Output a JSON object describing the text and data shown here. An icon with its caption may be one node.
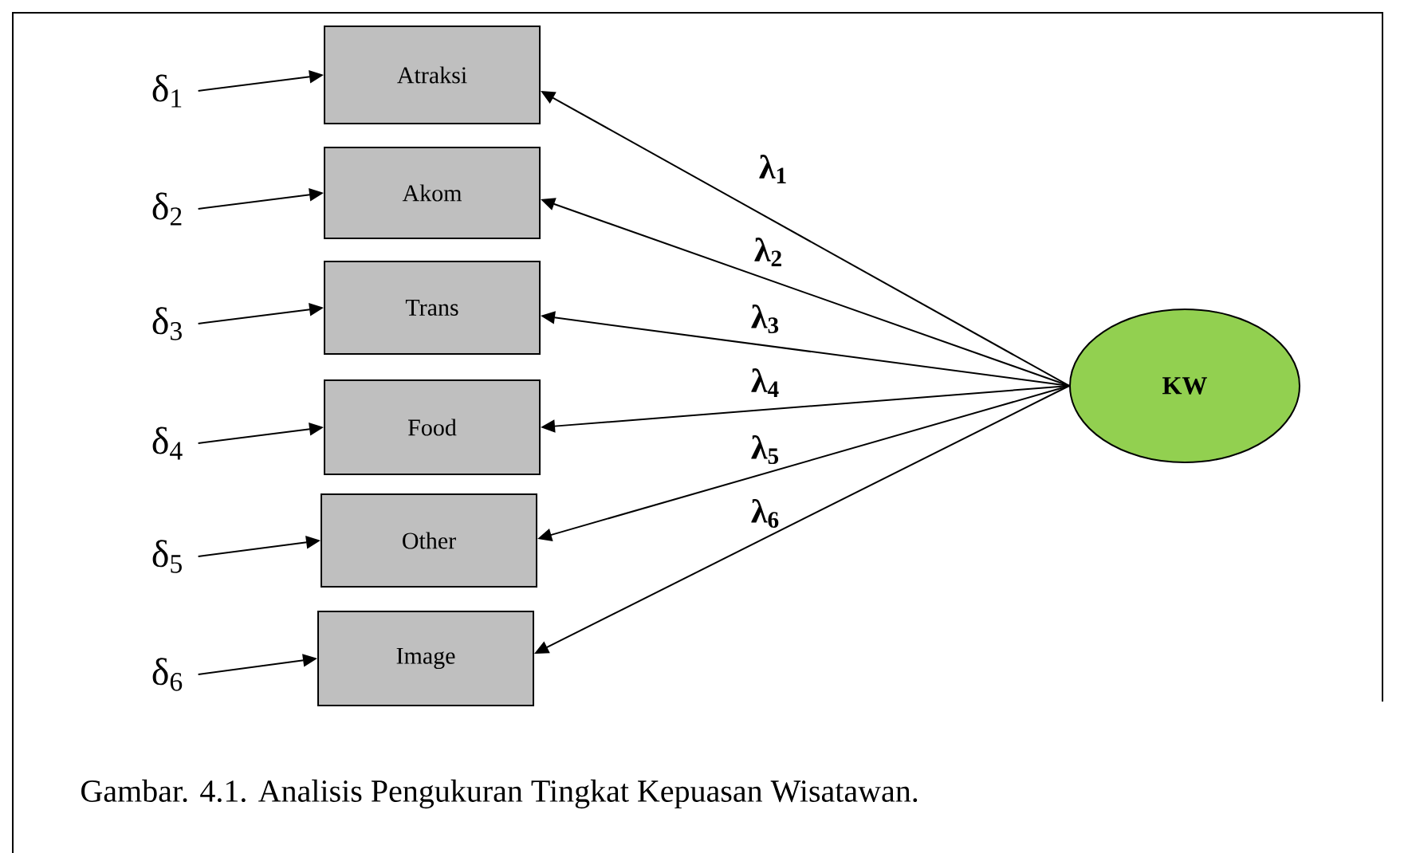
{
  "diagram": {
    "caption": "Gambar. 4.1. Analisis Pengukuran Tingkat Kepuasan Wisatawan.",
    "nodes": [
      {
        "text": [
          "δ$_{1}$"
        ]
      },
      {
        "text": [
          "δ$_{2}$"
        ]
      },
      {
        "text": [
          "δ$_{3}$"
        ]
      },
      {
        "text": [
          "δ$_{4}$"
        ]
      },
      {
        "text": [
          "δ$_{5}$"
        ]
      },
      {
        "text": [
          "δ$_{6}$"
        ]
      },
      {
        "text": [
          "Atraksi"
        ]
      },
      {
        "text": [
          "Akom"
        ]
      },
      {
        "text": [
          "Trans"
        ]
      },
      {
        "text": [
          "Food"
        ]
      },
      {
        "text": [
          "Other"
        ]
      },
      {
        "text": [
          "Image"
        ]
      },
      {
        "text": [
          "KW"
        ]
      }
    ],
    "edges": [
      {
        "from": 0,
        "to": 6,
        "arrow": "to"
      },
      {
        "from": 1,
        "to": 7,
        "arrow": "to"
      },
      {
        "from": 2,
        "to": 8,
        "arrow": "to"
      },
      {
        "from": 3,
        "to": 9,
        "arrow": "to"
      },
      {
        "from": 4,
        "to": 10,
        "arrow": "to"
      },
      {
        "from": 5,
        "to": 11,
        "arrow": "to"
      },
      {
        "from": 12,
        "to": 6,
        "arrow": "to",
        "label": "λ$_{1}$"
      },
      {
        "from": 12,
        "to": 7,
        "arrow": "to",
        "label": "λ$_{2}$"
      },
      {
        "from": 12,
        "to": 8,
        "arrow": "to",
        "label": "λ$_{3}$"
      },
      {
        "from": 12,
        "to": 9,
        "arrow": "to",
        "label": "λ$_{4}$"
      },
      {
        "from": 12,
        "to": 10,
        "arrow": "to",
        "label": "λ$_{5}$"
      },
      {
        "from": 12,
        "to": 11,
        "arrow": "to",
        "label": "λ$_{6}$"
      }
    ]
  }
}
